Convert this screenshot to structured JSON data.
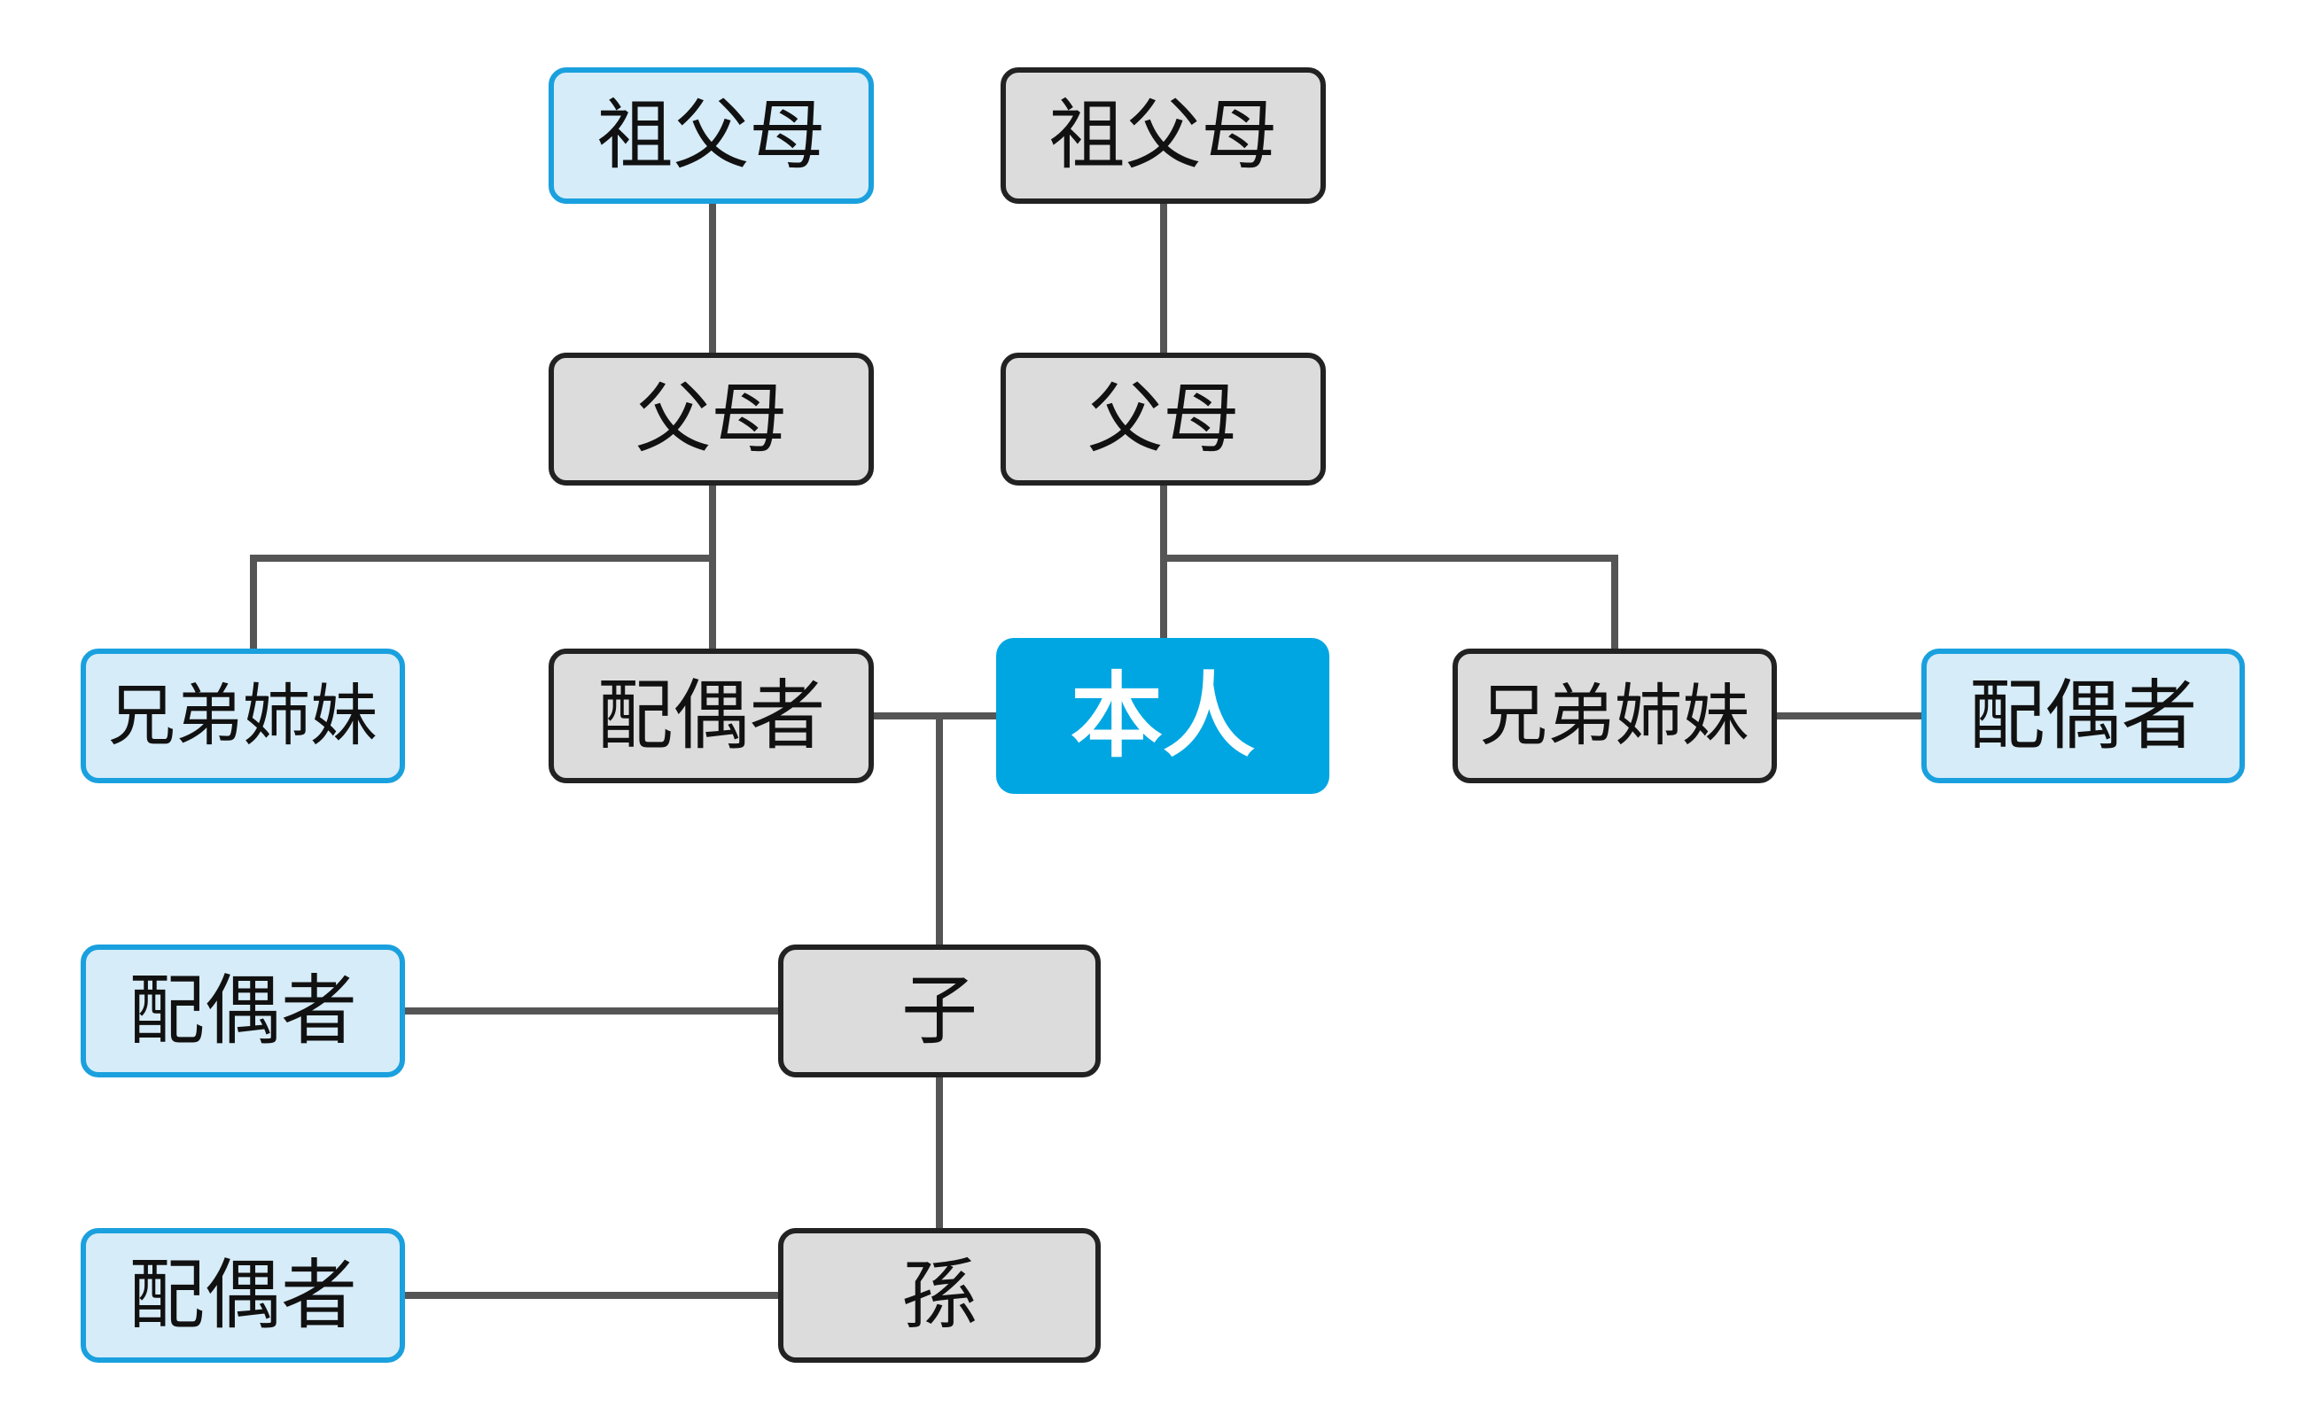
{
  "colors": {
    "self_fill": "#00a6e2",
    "self_text": "#ffffff",
    "gray_fill": "#dcdcdc",
    "gray_border": "#222222",
    "blue_fill": "#d6ecf8",
    "blue_border": "#1aa0de",
    "connector": "#555555"
  },
  "nodes": {
    "grandparents_spouse_side": "祖父母",
    "grandparents_own_side": "祖父母",
    "parents_spouse_side": "父母",
    "parents_own_side": "父母",
    "siblings_spouse_side": "兄弟姉妹",
    "spouse": "配偶者",
    "self": "本人",
    "siblings_own_side": "兄弟姉妹",
    "siblings_spouse": "配偶者",
    "child_spouse": "配偶者",
    "child": "子",
    "grandchild_spouse": "配偶者",
    "grandchild": "孫"
  }
}
